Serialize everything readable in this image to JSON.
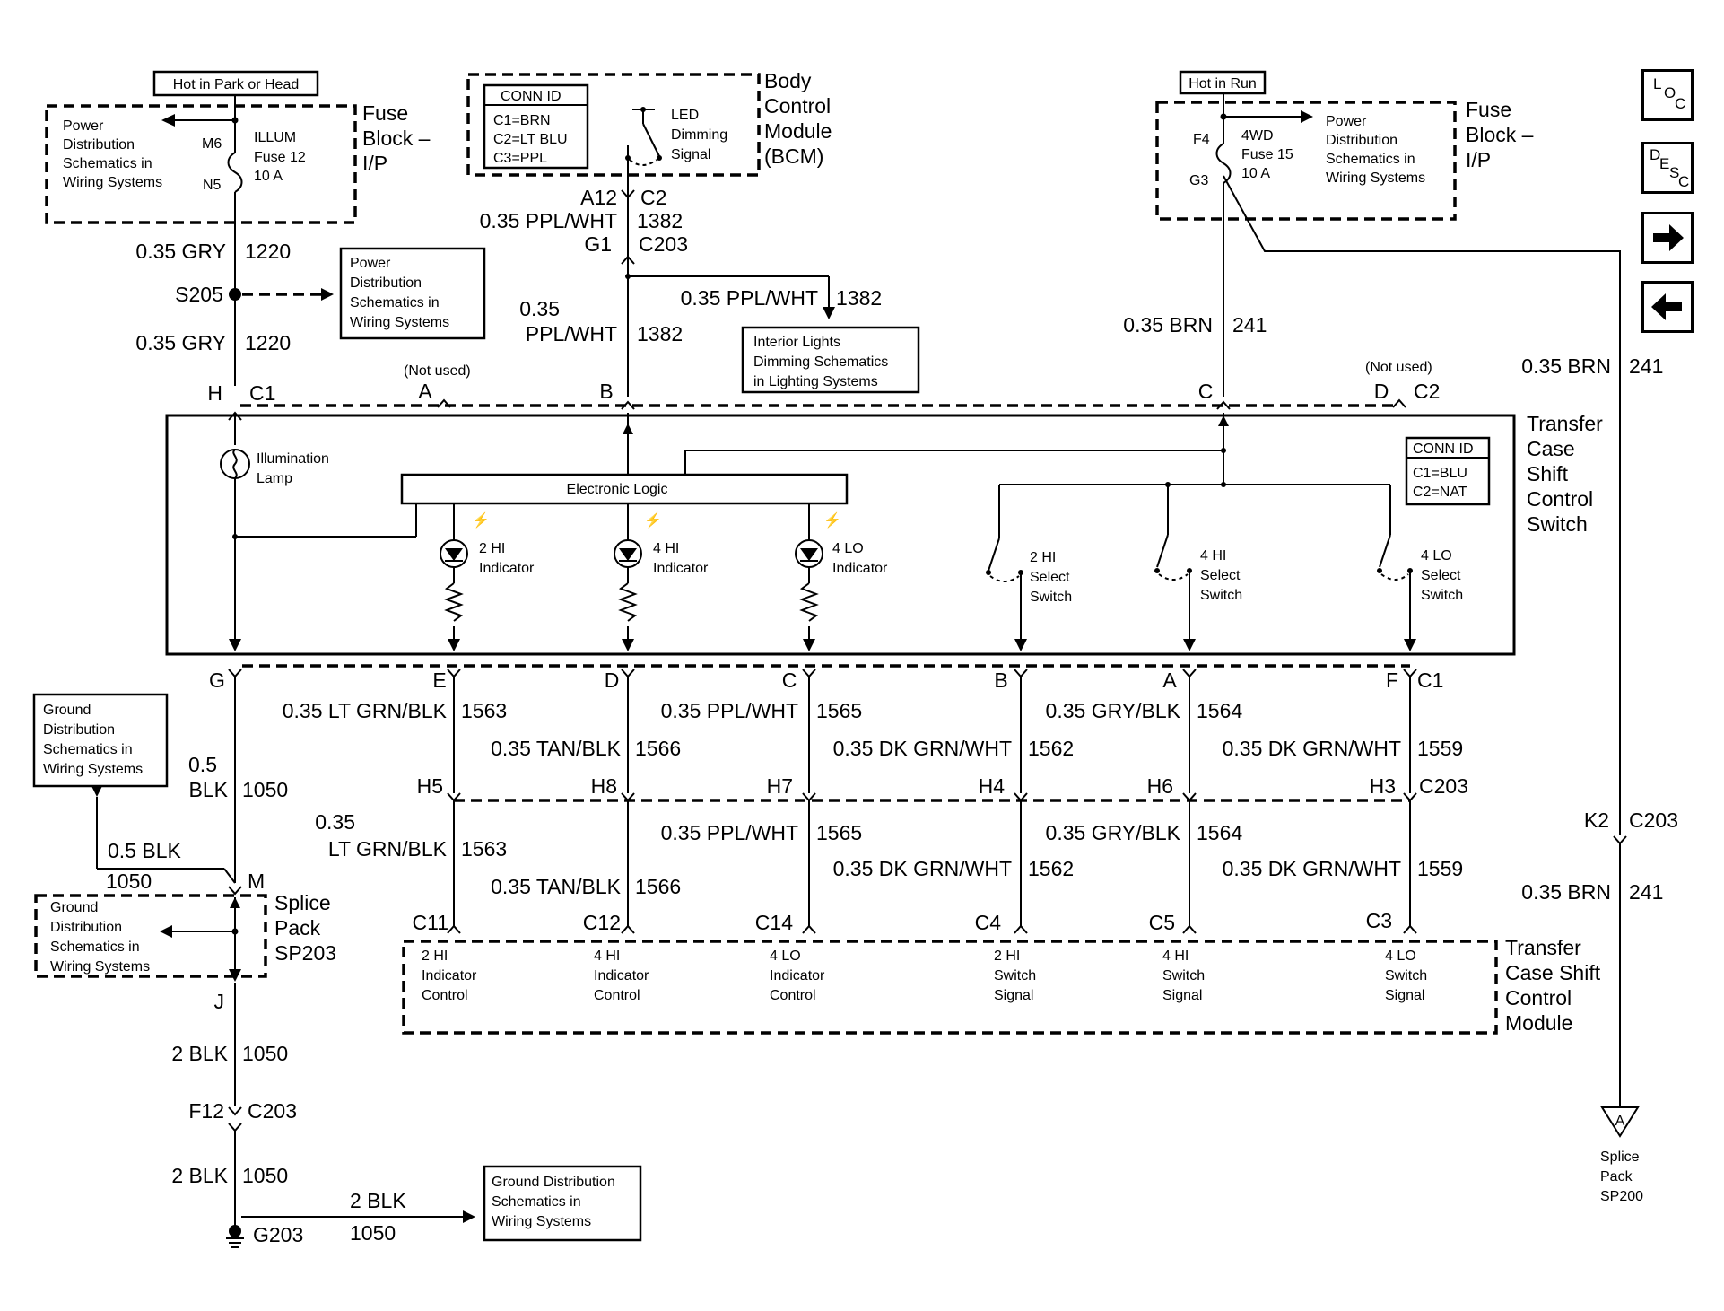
{
  "nav": {
    "loc": [
      "L",
      "O",
      "C"
    ],
    "desc": [
      "D",
      "E",
      "S",
      "C"
    ],
    "forward": "forward",
    "back": "back"
  },
  "diagram": {
    "hot_park": "Hot in Park or Head",
    "hot_run": "Hot in Run",
    "fuse_left": {
      "title": [
        "Fuse",
        "Block –",
        "I/P"
      ],
      "power_ref": [
        "Power",
        "Distribution",
        "Schematics in",
        "Wiring Systems"
      ],
      "m6": "M6",
      "n5": "N5",
      "fuse": [
        "ILLUM",
        "Fuse 12",
        "10 A"
      ]
    },
    "fuse_right": {
      "title": [
        "Fuse",
        "Block –",
        "I/P"
      ],
      "power_ref": [
        "Power",
        "Distribution",
        "Schematics in",
        "Wiring Systems"
      ],
      "f4": "F4",
      "g3": "G3",
      "fuse": [
        "4WD",
        "Fuse 15",
        "10 A"
      ]
    },
    "bcm": {
      "title": [
        "Body",
        "Control",
        "Module",
        "(BCM)"
      ],
      "conn_id": [
        "CONN ID",
        "C1=BRN",
        "C2=LT BLU",
        "C3=PPL"
      ],
      "led": [
        "LED",
        "Dimming",
        "Signal"
      ],
      "a12": "A12",
      "c2": "C2",
      "wire": "0.35 PPL/WHT",
      "circ": "1382",
      "g1": "G1",
      "c203": "C203"
    },
    "left_feed": {
      "w1": "0.35 GRY",
      "c1": "1220",
      "s205": "S205",
      "w2": "0.35 GRY",
      "c2": "1220"
    },
    "power_ref_s205": [
      "Power",
      "Distribution",
      "Schematics in",
      "Wiring Systems"
    ],
    "bcm_feed": {
      "w_a": "0.35",
      "w_b": "PPL/WHT",
      "circ": "1382",
      "branch_wire": "0.35 PPL/WHT",
      "branch_circ": "1382"
    },
    "interior_ref": [
      "Interior Lights",
      "Dimming Schematics",
      "in Lighting Systems"
    ],
    "run_feed": {
      "wire": "0.35 BRN",
      "circ": "241"
    },
    "c2_pins": {
      "h": "H",
      "c1": "C1",
      "not_used": "(Not used)",
      "a": "A",
      "b": "B",
      "c": "C",
      "not_used2": "(Not used)",
      "d": "D",
      "c2": "C2"
    },
    "switch": {
      "title": [
        "Transfer",
        "Case",
        "Shift",
        "Control",
        "Switch"
      ],
      "conn_id": [
        "CONN ID",
        "C1=BLU",
        "C2=NAT"
      ],
      "logic": "Electronic Logic",
      "lamp": [
        "Illumination",
        "Lamp"
      ],
      "ind2": [
        "2 HI",
        "Indicator"
      ],
      "ind4": [
        "4 HI",
        "Indicator"
      ],
      "ind4lo": [
        "4 LO",
        "Indicator"
      ],
      "sw2": [
        "2 HI",
        "Select",
        "Switch"
      ],
      "sw4": [
        "4 HI",
        "Select",
        "Switch"
      ],
      "sw4lo": [
        "4 LO",
        "Select",
        "Switch"
      ]
    },
    "c1_pins": {
      "g": "G",
      "e": "E",
      "d": "D",
      "c": "C",
      "b": "B",
      "a": "A",
      "f": "F",
      "c1": "C1"
    },
    "upper_wires": {
      "e_w": "0.35 LT GRN/BLK",
      "e_c": "1563",
      "d_w": "0.35 TAN/BLK",
      "d_c": "1566",
      "c_w": "0.35 PPL/WHT",
      "c_c": "1565",
      "b_w": "0.35 DK GRN/WHT",
      "b_c": "1562",
      "a_w": "0.35 GRY/BLK",
      "a_c": "1564",
      "f_w": "0.35 DK GRN/WHT",
      "f_c": "1559"
    },
    "h_pins": {
      "h5": "H5",
      "h8": "H8",
      "h7": "H7",
      "h4": "H4",
      "h6": "H6",
      "h3": "H3",
      "c203": "C203"
    },
    "lower_wires": {
      "e_w1": "0.35",
      "e_w2": "LT GRN/BLK",
      "e_c": "1563",
      "d_w": "0.35 TAN/BLK",
      "d_c": "1566",
      "c_w": "0.35 PPL/WHT",
      "c_c": "1565",
      "b_w": "0.35 DK GRN/WHT",
      "b_c": "1562",
      "a_w": "0.35 GRY/BLK",
      "a_c": "1564",
      "f_w": "0.35 DK GRN/WHT",
      "f_c": "1559"
    },
    "module_pins": {
      "c11": "C11",
      "c12": "C12",
      "c14": "C14",
      "c4": "C4",
      "c5": "C5",
      "c3": "C3"
    },
    "module": {
      "title": [
        "Transfer",
        "Case Shift",
        "Control",
        "Module"
      ],
      "p1": [
        "2 HI",
        "Indicator",
        "Control"
      ],
      "p2": [
        "4 HI",
        "Indicator",
        "Control"
      ],
      "p3": [
        "4 LO",
        "Indicator",
        "Control"
      ],
      "p4": [
        "2 HI",
        "Switch",
        "Signal"
      ],
      "p5": [
        "4 HI",
        "Switch",
        "Signal"
      ],
      "p6": [
        "4 LO",
        "Switch",
        "Signal"
      ]
    },
    "ground_ref1": [
      "Ground",
      "Distribution",
      "Schematics in",
      "Wiring Systems"
    ],
    "ground_ref2": [
      "Ground",
      "Distribution",
      "Schematics in",
      "Wiring Systems"
    ],
    "ground_ref3": [
      "Ground Distribution",
      "Schematics in",
      "Wiring Systems"
    ],
    "ground": {
      "g_w1": "0.5",
      "g_w2": "BLK",
      "g_c": "1050",
      "m_w": "0.5 BLK",
      "m_c": "1050",
      "m": "M",
      "splice": [
        "Splice",
        "Pack",
        "SP203"
      ],
      "j": "J",
      "w3": "2 BLK",
      "c3": "1050",
      "f12": "F12",
      "c203": "C203",
      "w4": "2 BLK",
      "c4": "1050",
      "w5": "2 BLK",
      "c5": "1050",
      "g203": "G203"
    },
    "right_run": {
      "w1": "0.35 BRN",
      "c1": "241",
      "k2": "K2",
      "c203": "C203",
      "w2": "0.35 BRN",
      "c2": "241",
      "a": "A",
      "splice": [
        "Splice",
        "Pack",
        "SP200"
      ]
    }
  }
}
